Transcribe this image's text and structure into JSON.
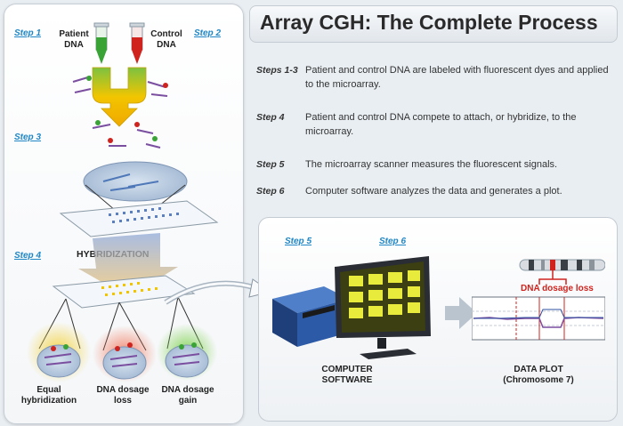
{
  "title": "Array CGH: The Complete Process",
  "steps": [
    {
      "key": "Steps 1-3",
      "text": "Patient and control DNA are labeled with fluorescent dyes and applied to the microarray."
    },
    {
      "key": "Step 4",
      "text": "Patient and control DNA compete to attach, or hybridize, to the microarray."
    },
    {
      "key": "Step 5",
      "text": "The microarray scanner measures the fluorescent signals."
    },
    {
      "key": "Step 6",
      "text": "Computer software analyzes the data and generates a plot."
    }
  ],
  "left": {
    "step1": "Step 1",
    "step2": "Step 2",
    "step3": "Step 3",
    "step4": "Step 4",
    "patient_dna": "Patient DNA",
    "control_dna": "Control DNA",
    "hybridization": "HYBRIDIZATION",
    "outcomes": [
      "Equal hybridization",
      "DNA dosage loss",
      "DNA dosage gain"
    ]
  },
  "right": {
    "step5": "Step 5",
    "step6": "Step 6",
    "computer_label": "COMPUTER SOFTWARE",
    "plot_label": "DATA PLOT",
    "plot_sub": "(Chromosome 7)",
    "dosage_loss": "DNA dosage loss"
  },
  "colors": {
    "step_blue": "#1f86c6",
    "patient_green": "#3aa335",
    "control_red": "#d0231e",
    "accent_yellow": "#f2c500"
  }
}
